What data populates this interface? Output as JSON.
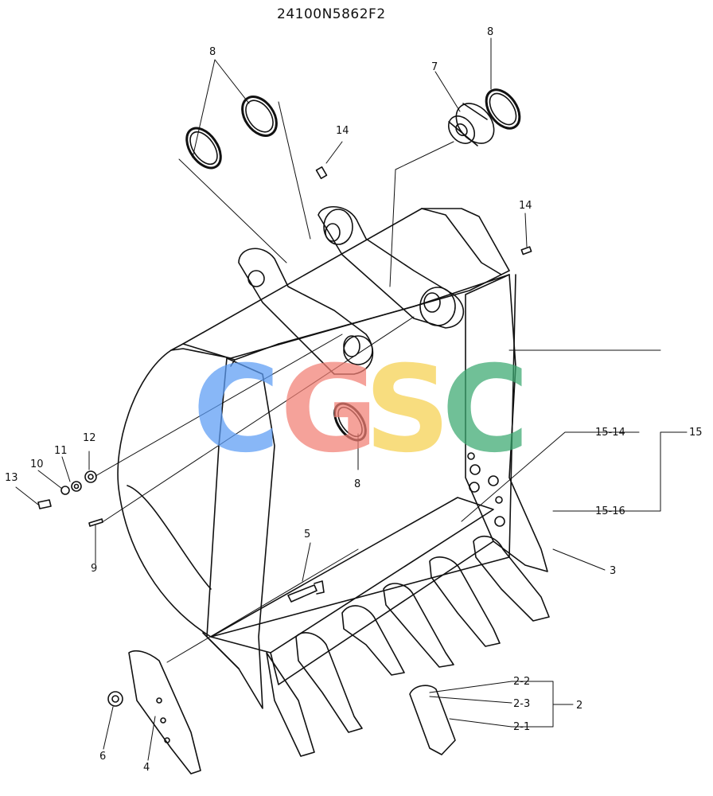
{
  "drawing_number": "24100N5862F2",
  "watermark": {
    "letters": [
      {
        "char": "C",
        "color": "#5b9cf5"
      },
      {
        "char": "G",
        "color": "#f27f74"
      },
      {
        "char": "S",
        "color": "#f6d04f"
      },
      {
        "char": "C",
        "color": "#3aa870"
      }
    ]
  },
  "callouts": {
    "c8a": "8",
    "c8b": "8",
    "c8c": "8",
    "c7": "7",
    "c14a": "14",
    "c14b": "14",
    "c15": "15",
    "c15_14": "15-14",
    "c15_16": "15-16",
    "c3": "3",
    "c12": "12",
    "c11": "11",
    "c10": "10",
    "c13": "13",
    "c9": "9",
    "c5": "5",
    "c2": "2",
    "c2_1": "2-1",
    "c2_2": "2-2",
    "c2_3": "2-3",
    "c4": "4",
    "c6": "6"
  },
  "colors": {
    "line": "#111111",
    "background": "#ffffff"
  }
}
